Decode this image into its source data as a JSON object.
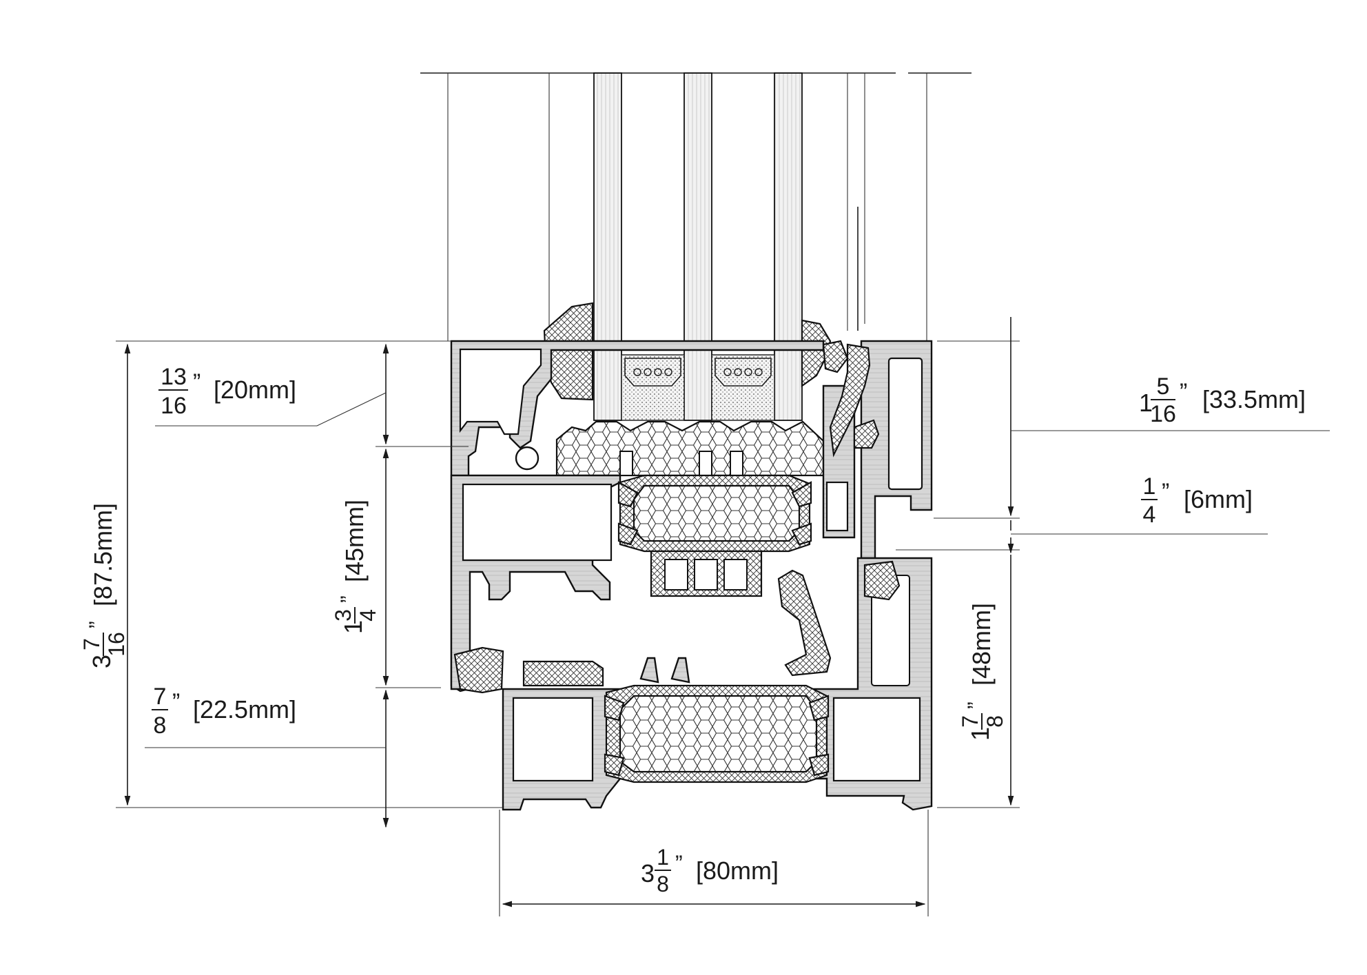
{
  "dimensions": {
    "top_gap": {
      "whole": "",
      "num": "13",
      "den": "16",
      "mm": "[20mm]"
    },
    "sash_height": {
      "whole": "1",
      "num": "3",
      "den": "4",
      "mm": "[45mm]"
    },
    "overall_height": {
      "whole": "3",
      "num": "7",
      "den": "16",
      "mm": "[87.5mm]"
    },
    "bottom_gap": {
      "whole": "",
      "num": "7",
      "den": "8",
      "mm": "[22.5mm]"
    },
    "frame_top": {
      "whole": "1",
      "num": "5",
      "den": "16",
      "mm": "[33.5mm]"
    },
    "frame_gap": {
      "whole": "",
      "num": "1",
      "den": "4",
      "mm": "[6mm]"
    },
    "frame_bottom": {
      "whole": "1",
      "num": "7",
      "den": "8",
      "mm": "[48mm]"
    },
    "overall_width": {
      "whole": "3",
      "num": "1",
      "den": "8",
      "mm": "[80mm]"
    }
  },
  "inch_mark": "”"
}
